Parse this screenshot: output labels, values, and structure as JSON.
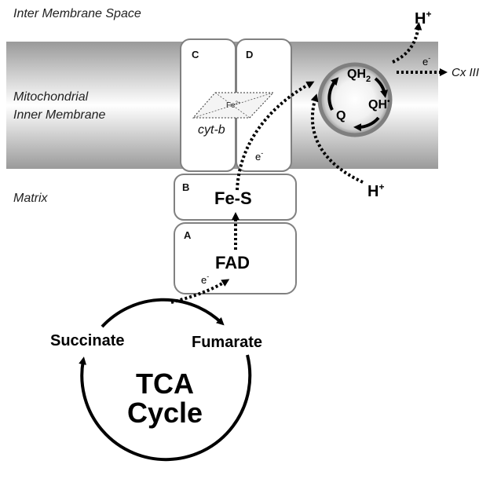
{
  "regions": {
    "intermembrane": "Inter Membrane Space",
    "membrane_line1": "Mitochondrial",
    "membrane_line2": "Inner Membrane",
    "matrix": "Matrix"
  },
  "complex": {
    "subunit_c": "C",
    "subunit_d": "D",
    "subunit_b": "B",
    "subunit_a": "A",
    "heme_label": "Fe",
    "heme_superscript": "2+",
    "cytb_label": "cyt-b",
    "fes_label": "Fe-S",
    "fad_label": "FAD"
  },
  "quinone": {
    "qh2": "QH",
    "qh2_sub": "2",
    "qh": "QH",
    "qh_sup": "•",
    "q": "Q"
  },
  "electrons": {
    "symbol": "e",
    "minus": "-"
  },
  "protons": {
    "symbol": "H",
    "plus": "+"
  },
  "destination": "Cx III",
  "tca": {
    "succinate": "Succinate",
    "fumarate": "Fumarate",
    "title_line1": "TCA",
    "title_line2": "Cycle"
  },
  "colors": {
    "membrane_edge": "#999999",
    "membrane_center": "#ffffff",
    "box_stroke": "#808080",
    "quinone_ring": "#8a8a8a",
    "arrow": "#000000"
  }
}
